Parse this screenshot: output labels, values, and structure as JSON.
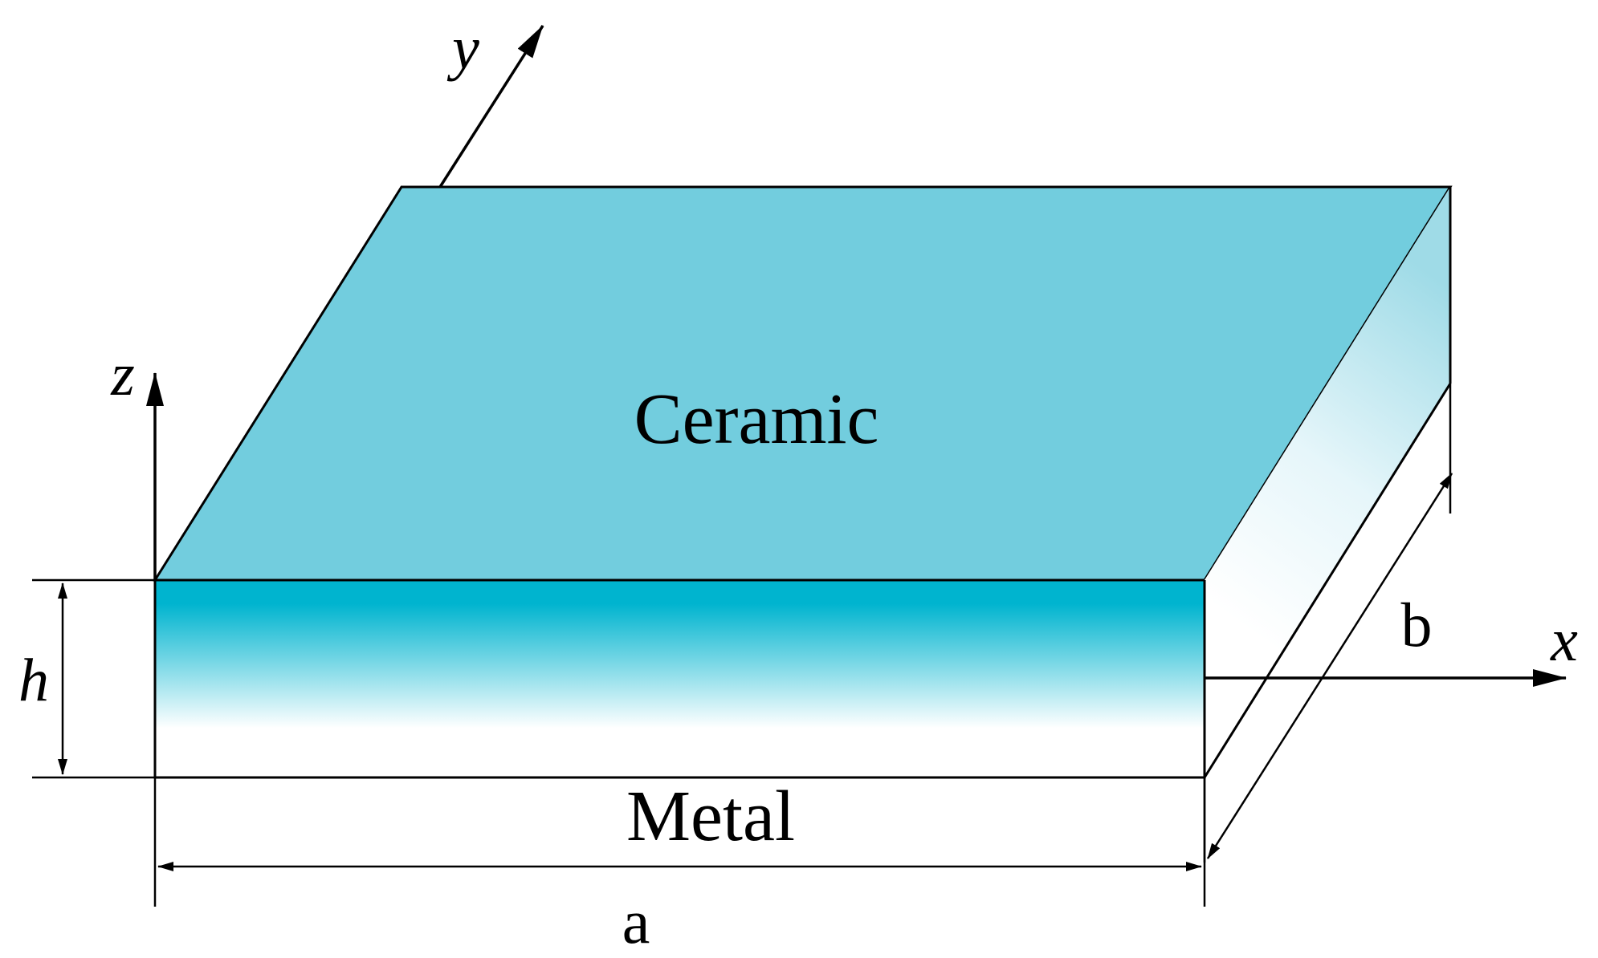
{
  "labels": {
    "top_material": "Ceramic",
    "bottom_material": "Metal",
    "length": "a",
    "width": "b",
    "thickness": "h",
    "axis_x": "x",
    "axis_y": "y",
    "axis_z": "z"
  },
  "colors": {
    "ceramic_top": "#72CDDE",
    "ceramic_front": "#00B4CF",
    "metal": "#FFFFFF",
    "side_light": "#F2FAFC",
    "outline": "#000000"
  }
}
